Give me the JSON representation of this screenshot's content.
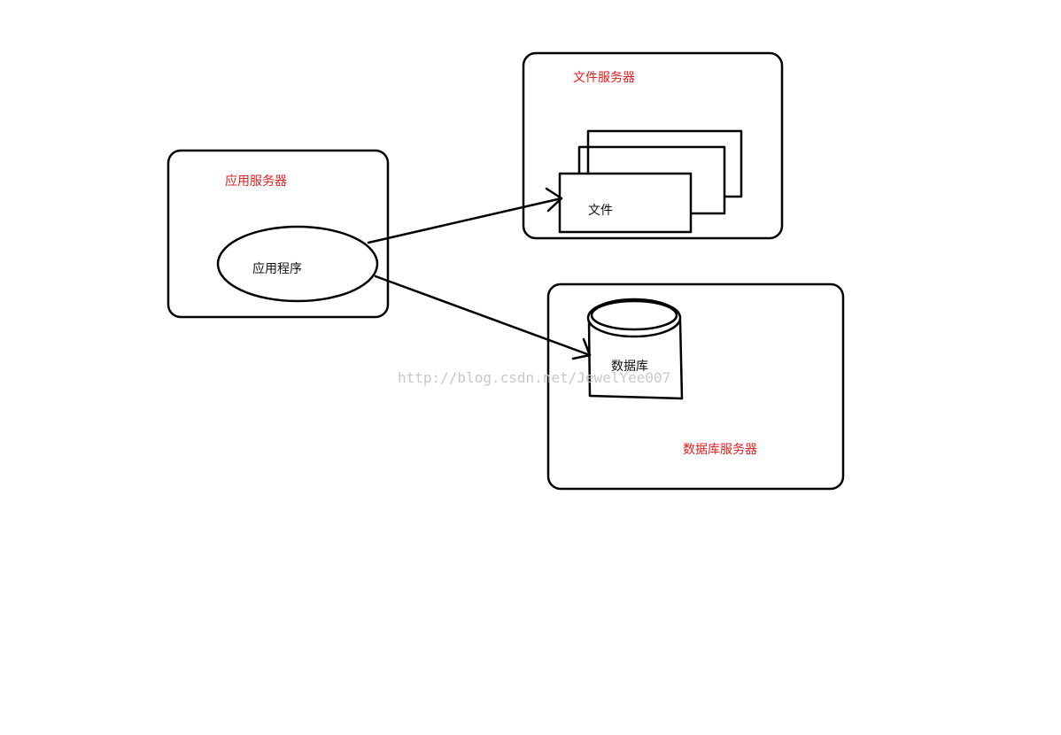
{
  "diagram": {
    "app_server": {
      "label": "应用服务器",
      "program_label": "应用程序"
    },
    "file_server": {
      "label": "文件服务器",
      "file_label": "文件"
    },
    "db_server": {
      "label": "数据库服务器",
      "db_label": "数据库"
    },
    "watermark": "http://blog.csdn.net/JewelYee007",
    "colors": {
      "server_label": "#e02020",
      "stroke": "#000000",
      "watermark": "#c8c8c8"
    },
    "edges": [
      {
        "from": "应用程序",
        "to": "文件"
      },
      {
        "from": "应用程序",
        "to": "数据库"
      }
    ]
  }
}
